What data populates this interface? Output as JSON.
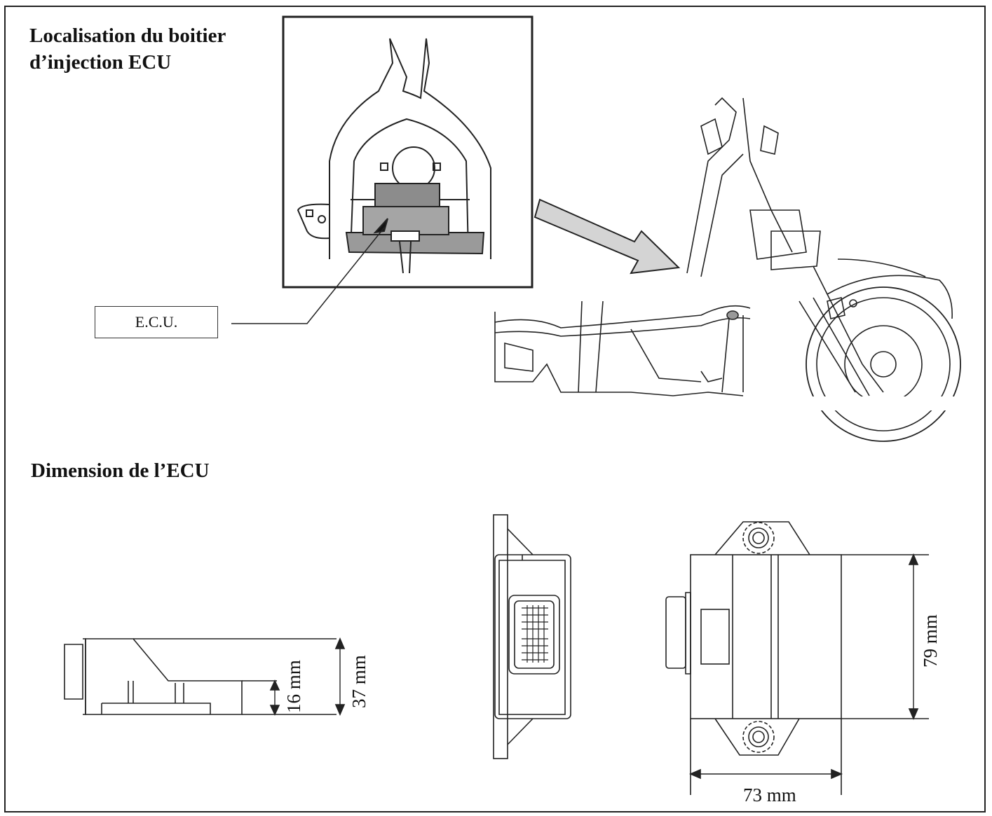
{
  "page": {
    "title_line1": "Localisation du boitier",
    "title_line2": "d’injection ECU",
    "dimension_title": "Dimension de l’ECU"
  },
  "callout": {
    "label": "E.C.U."
  },
  "dimensions": {
    "side_height": "37 mm",
    "side_step": "16 mm",
    "top_height": "79 mm",
    "top_width": "73 mm"
  },
  "colors": {
    "ink": "#222222",
    "ecu_fill": "#9a9a9a",
    "arrow_fill": "#d4d4d4"
  }
}
